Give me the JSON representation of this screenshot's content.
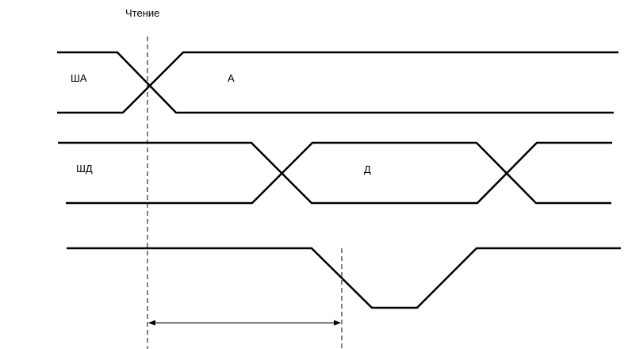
{
  "diagram": {
    "event_label": "Чтение",
    "address_bus": {
      "name": "ША",
      "value": "А"
    },
    "data_bus": {
      "name": "ШД",
      "value": "Д"
    }
  }
}
